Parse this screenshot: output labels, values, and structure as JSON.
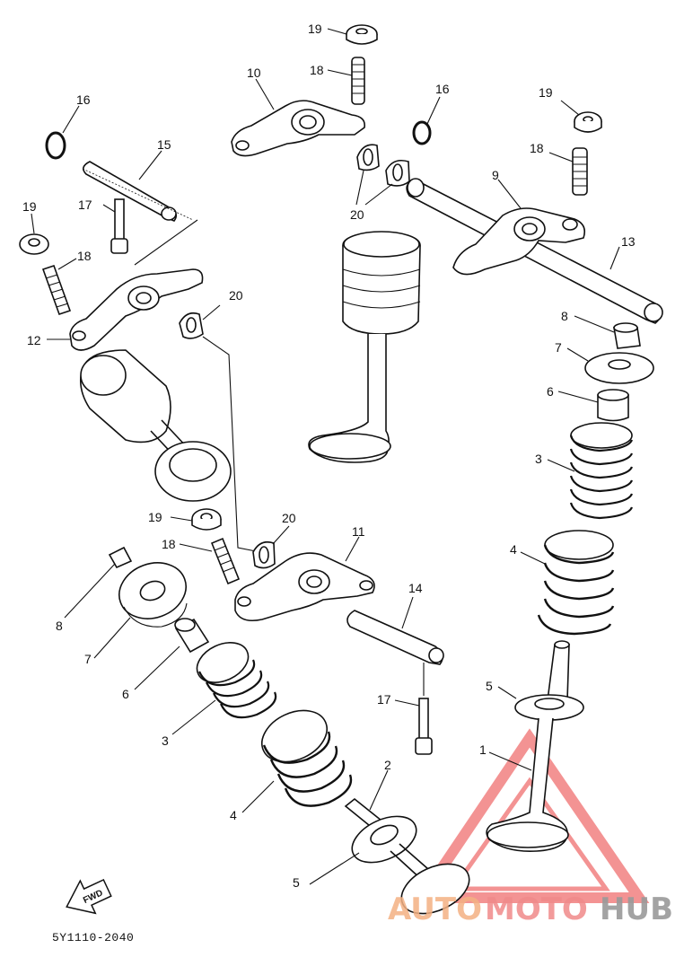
{
  "diagram": {
    "drawing_code": "5Y1110-2040",
    "forward_label": "FWD",
    "callouts": {
      "c19a": "19",
      "c18a": "18",
      "c10": "10",
      "c16a": "16",
      "c16b": "16",
      "c19b": "19",
      "c18b": "18",
      "c15": "15",
      "c9": "9",
      "c17a": "17",
      "c19c": "19",
      "c20a": "20",
      "c13": "13",
      "c18c": "18",
      "c20b": "20",
      "c12": "12",
      "c8a": "8",
      "c7a": "7",
      "c6a": "6",
      "c3a": "3",
      "c19d": "19",
      "c20c": "20",
      "c18d": "18",
      "c11": "11",
      "c4a": "4",
      "c14": "14",
      "c8b": "8",
      "c7b": "7",
      "c5a": "5",
      "c6b": "6",
      "c17b": "17",
      "c3b": "3",
      "c1": "1",
      "c2": "2",
      "c4b": "4",
      "c5b": "5"
    }
  },
  "watermark": {
    "part1": "AUTO",
    "part2": "MOTO",
    "part3": "HUB",
    "colors": {
      "orange": "#f4b183",
      "pink": "#f08a8a",
      "gray": "#9a9a9a",
      "triangle": "#f07070"
    }
  }
}
